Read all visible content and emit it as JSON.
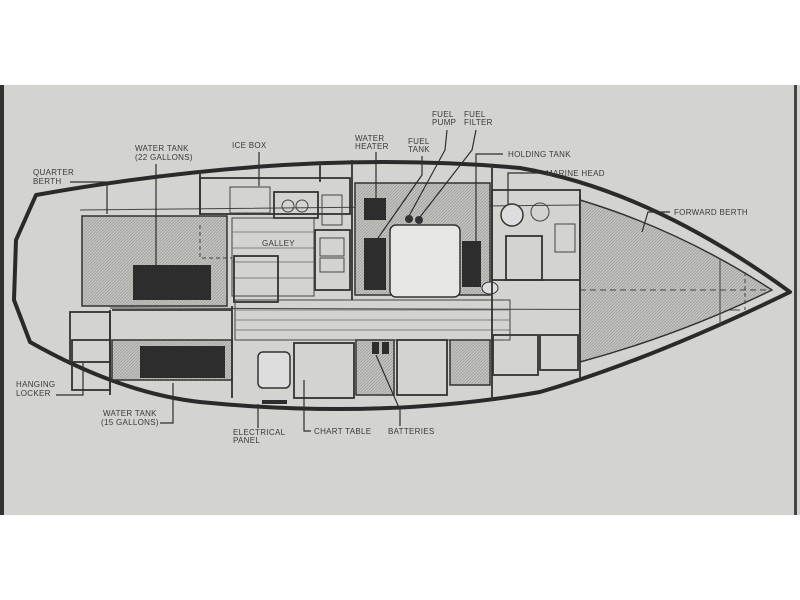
{
  "diagram": {
    "title": "Sailboat interior accommodation plan",
    "labels": {
      "quarter_berth": [
        "QUARTER",
        "BERTH"
      ],
      "water_tank_22": [
        "WATER TANK",
        "(22 GALLONS)"
      ],
      "ice_box": "ICE BOX",
      "water_heater": [
        "WATER",
        "HEATER"
      ],
      "fuel_tank": [
        "FUEL",
        "TANK"
      ],
      "fuel_pump": [
        "FUEL",
        "PUMP"
      ],
      "fuel_filter": [
        "FUEL",
        "FILTER"
      ],
      "holding_tank": "HOLDING TANK",
      "marine_head": "MARINE HEAD",
      "forward_berth": "FORWARD BERTH",
      "galley": "GALLEY",
      "hanging_locker": [
        "HANGING",
        "LOCKER"
      ],
      "water_tank_15": [
        "WATER TANK",
        "(15 GALLONS)"
      ],
      "electrical_panel": [
        "ELECTRICAL",
        "PANEL"
      ],
      "chart_table": "CHART TABLE",
      "batteries": "BATTERIES"
    },
    "colors": {
      "paper": "#d3d3cf",
      "ink": "#2a2a2a",
      "tank": "#2d2d2d"
    }
  }
}
